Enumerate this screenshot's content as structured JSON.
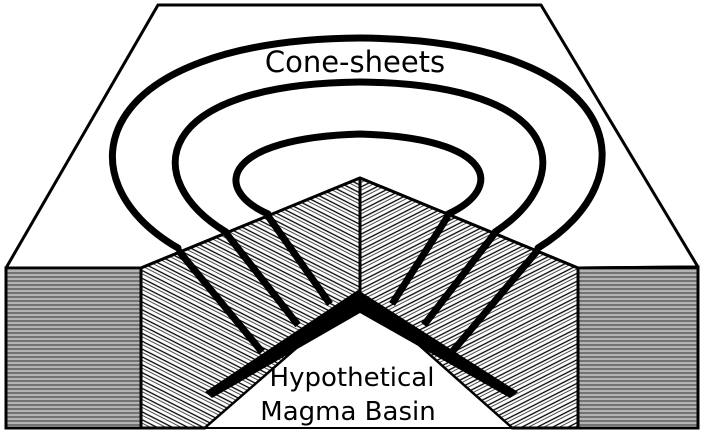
{
  "labels": {
    "cone_sheets": "Cone-sheets",
    "magma_line1": "Hypothetical",
    "magma_line2": "Magma Basin"
  },
  "colors": {
    "ink": "#000000",
    "paper": "#ffffff"
  }
}
